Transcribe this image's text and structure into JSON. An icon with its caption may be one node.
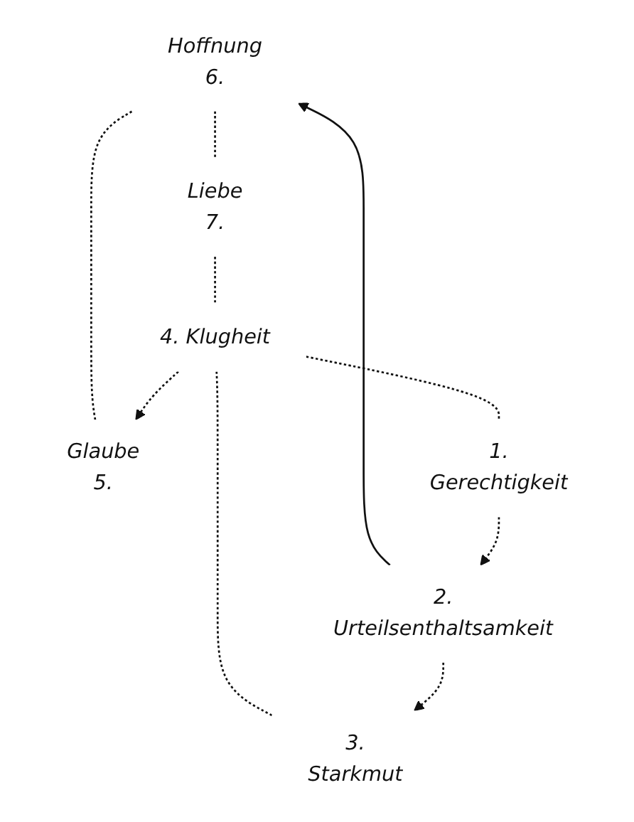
{
  "diagram": {
    "nodes": [
      {
        "text": [
          "Hoffnung",
          "6."
        ]
      },
      {
        "text": [
          "Glaube",
          "5."
        ]
      },
      {
        "text": [
          "Liebe",
          "7."
        ]
      },
      {
        "text": [
          "4. Klugheit"
        ]
      },
      {
        "text": [
          "1.",
          "Gerechtigkeit"
        ]
      },
      {
        "text": [
          "3.",
          "Starkmut"
        ]
      },
      {
        "text": [
          "2.",
          "Urteilsenthaltsamkeit"
        ]
      }
    ],
    "edges": [
      {
        "from": 4,
        "to": 6,
        "arrow": "to",
        "style": "dashed"
      },
      {
        "from": 6,
        "to": 5,
        "arrow": "to",
        "style": "dashed"
      },
      {
        "from": 5,
        "to": 3,
        "arrow": "none",
        "style": "dashed"
      },
      {
        "from": 3,
        "to": 1,
        "arrow": "to",
        "style": "dashed"
      },
      {
        "from": 1,
        "to": 0,
        "arrow": "none",
        "style": "dashed"
      },
      {
        "from": 0,
        "to": 2,
        "arrow": "none",
        "style": "dashed"
      },
      {
        "from": 2,
        "to": 3,
        "arrow": "none",
        "style": "dashed"
      },
      {
        "from": 3,
        "to": 4,
        "arrow": "none",
        "style": "dashed"
      },
      {
        "from": 6,
        "to": 0,
        "arrow": "to"
      }
    ]
  }
}
